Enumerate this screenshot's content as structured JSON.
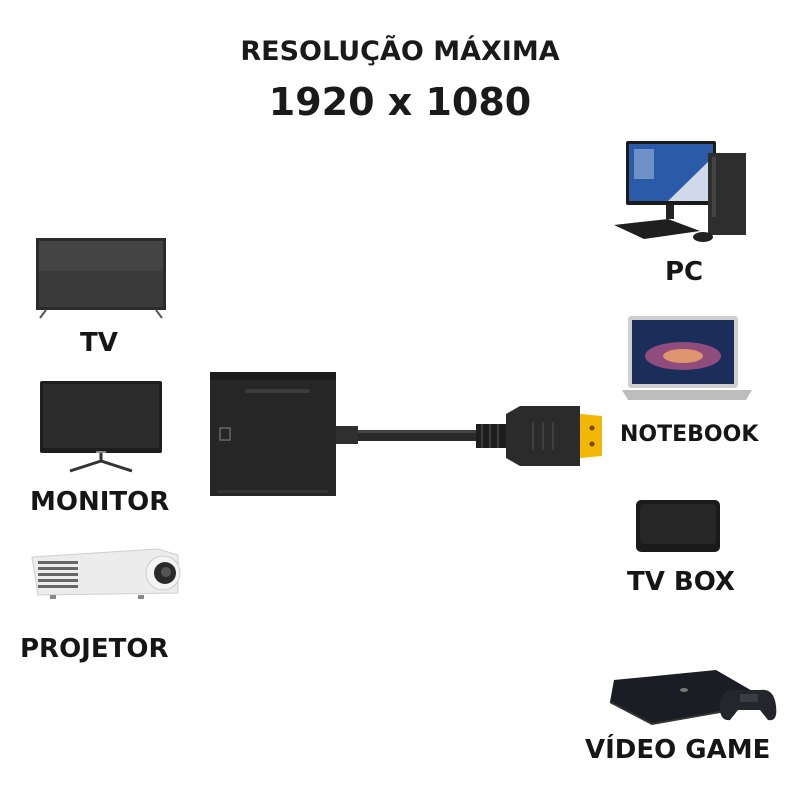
{
  "header": {
    "line1": "RESOLUÇÃO MÁXIMA",
    "line2": "1920 x 1080"
  },
  "left_devices": [
    {
      "label": "TV",
      "icon": "tv-icon"
    },
    {
      "label": "MONITOR",
      "icon": "monitor-icon"
    },
    {
      "label": "PROJETOR",
      "icon": "projector-icon"
    }
  ],
  "right_devices": [
    {
      "label": "PC",
      "icon": "desktop-pc-icon"
    },
    {
      "label": "NOTEBOOK",
      "icon": "laptop-icon"
    },
    {
      "label": "TV BOX",
      "icon": "tv-box-icon"
    },
    {
      "label": "VÍDEO GAME",
      "icon": "game-console-icon"
    }
  ],
  "product": {
    "name": "hdmi-to-vga-adapter",
    "connector_color": "#f2b705",
    "body_color": "#2a2a2a"
  }
}
